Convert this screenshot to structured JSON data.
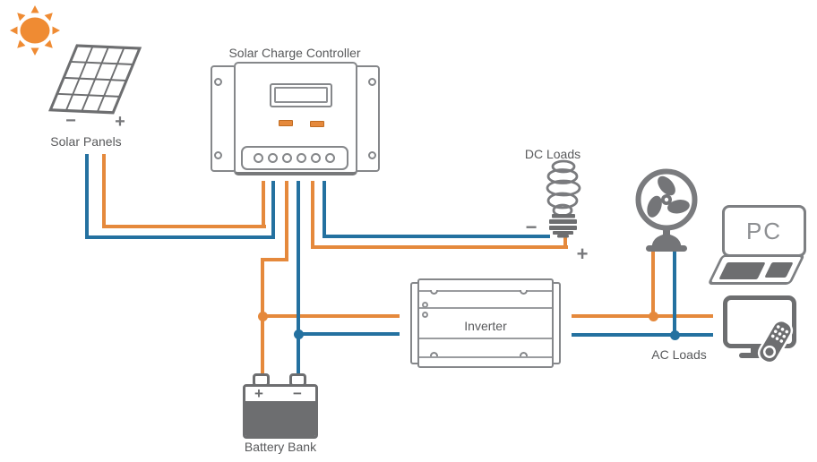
{
  "palette": {
    "sun": "#ef8b33",
    "wire_positive": "#e5893c",
    "wire_negative": "#2471a0",
    "icon_dark": "#6d6e70",
    "icon_mid": "#747578",
    "outline": "#85878a",
    "outline_soft": "#7a7b7e",
    "text": "#58595b",
    "text_light": "#8d8f92",
    "button": "#e5893c"
  },
  "labels": {
    "solar_panels": "Solar Panels",
    "charge_controller": "Solar Charge Controller",
    "dc_loads": "DC Loads",
    "inverter": "Inverter",
    "ac_loads": "AC Loads",
    "battery_bank": "Battery Bank",
    "pc": "PC"
  },
  "symbols": {
    "plus": "+",
    "minus": "−"
  },
  "connections": [
    {
      "from": "solar-panels",
      "to": "charge-controller",
      "wires": [
        "positive",
        "negative"
      ]
    },
    {
      "from": "charge-controller",
      "to": "battery-bank",
      "wires": [
        "positive",
        "negative"
      ]
    },
    {
      "from": "charge-controller",
      "to": "dc-loads",
      "wires": [
        "positive",
        "negative"
      ]
    },
    {
      "from": "battery-bank",
      "to": "inverter",
      "wires": [
        "positive",
        "negative"
      ]
    },
    {
      "from": "inverter",
      "to": "fan",
      "wires": [
        "positive",
        "negative"
      ]
    },
    {
      "from": "inverter",
      "to": "ac-loads",
      "wires": [
        "positive",
        "negative"
      ]
    }
  ],
  "wire_colors": {
    "positive": "#e5893c",
    "negative": "#2471a0"
  }
}
